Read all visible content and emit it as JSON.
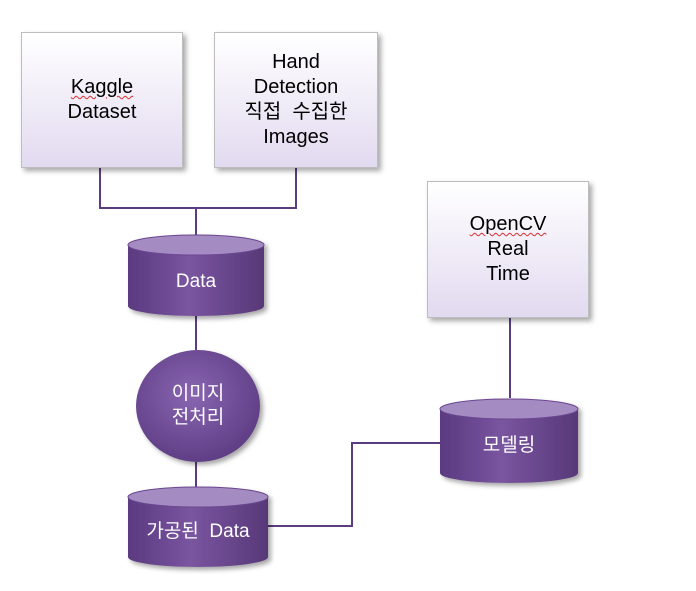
{
  "boxes": {
    "kaggle": {
      "lines": [
        "Kaggle",
        "Dataset"
      ]
    },
    "hand": {
      "lines": [
        "Hand",
        "Detection",
        "직접  수집한",
        "Images"
      ]
    },
    "opencv": {
      "lines": [
        "OpenCV",
        "Real",
        "Time"
      ]
    }
  },
  "nodes": {
    "data": "Data",
    "preprocess": {
      "lines": [
        "이미지",
        "전처리"
      ]
    },
    "processed": "가공된  Data",
    "modeling": "모델링"
  },
  "colors": {
    "line": "#5b3c7e",
    "cylinder_body": "#6b4690",
    "cylinder_top": "#a48cc2",
    "box_gradient_bottom": "#e2daf0",
    "misspell": "#d93030"
  }
}
